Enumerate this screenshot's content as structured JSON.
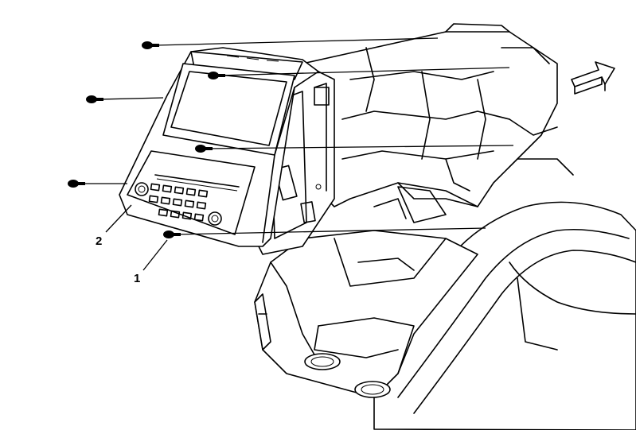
{
  "diagram": {
    "callouts": [
      {
        "id": "1",
        "label": "1"
      },
      {
        "id": "2",
        "label": "2"
      }
    ],
    "icons": [
      "screw-icon",
      "direction-arrow-icon"
    ]
  }
}
